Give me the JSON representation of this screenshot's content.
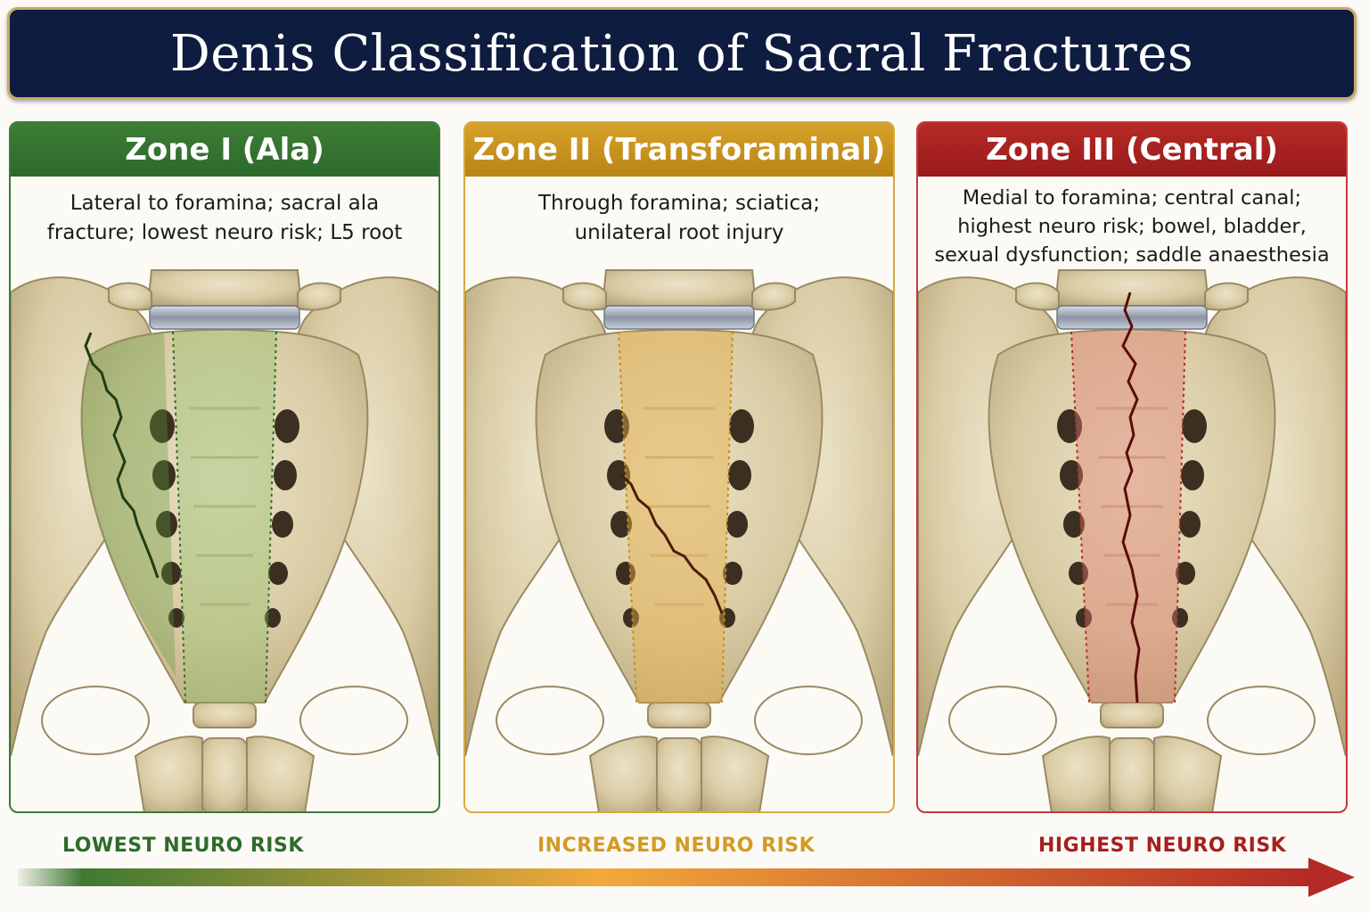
{
  "title": "Denis Classification of Sacral Fractures",
  "zones": [
    {
      "header": "Zone I (Ala)",
      "lines": [
        "Lateral to foramina; sacral ala",
        "fracture; lowest neuro risk; L5 root"
      ],
      "color": "#3c7d35"
    },
    {
      "header": "Zone II (Transforaminal)",
      "lines": [
        "Through foramina; sciatica;",
        "unilateral root injury"
      ],
      "color": "#c8921c"
    },
    {
      "header": "Zone III (Central)",
      "lines": [
        "Medial to foramina; central canal;",
        "highest neuro risk; bowel, bladder,",
        "sexual dysfunction; saddle anaesthesia"
      ],
      "color": "#a8221f"
    }
  ],
  "risk_scale": {
    "low": "LOWEST NEURO RISK",
    "mid": "INCREASED NEURO RISK",
    "high": "HIGHEST NEURO RISK",
    "colors": [
      "#3f7a33",
      "#f2a93a",
      "#b52a25"
    ]
  }
}
